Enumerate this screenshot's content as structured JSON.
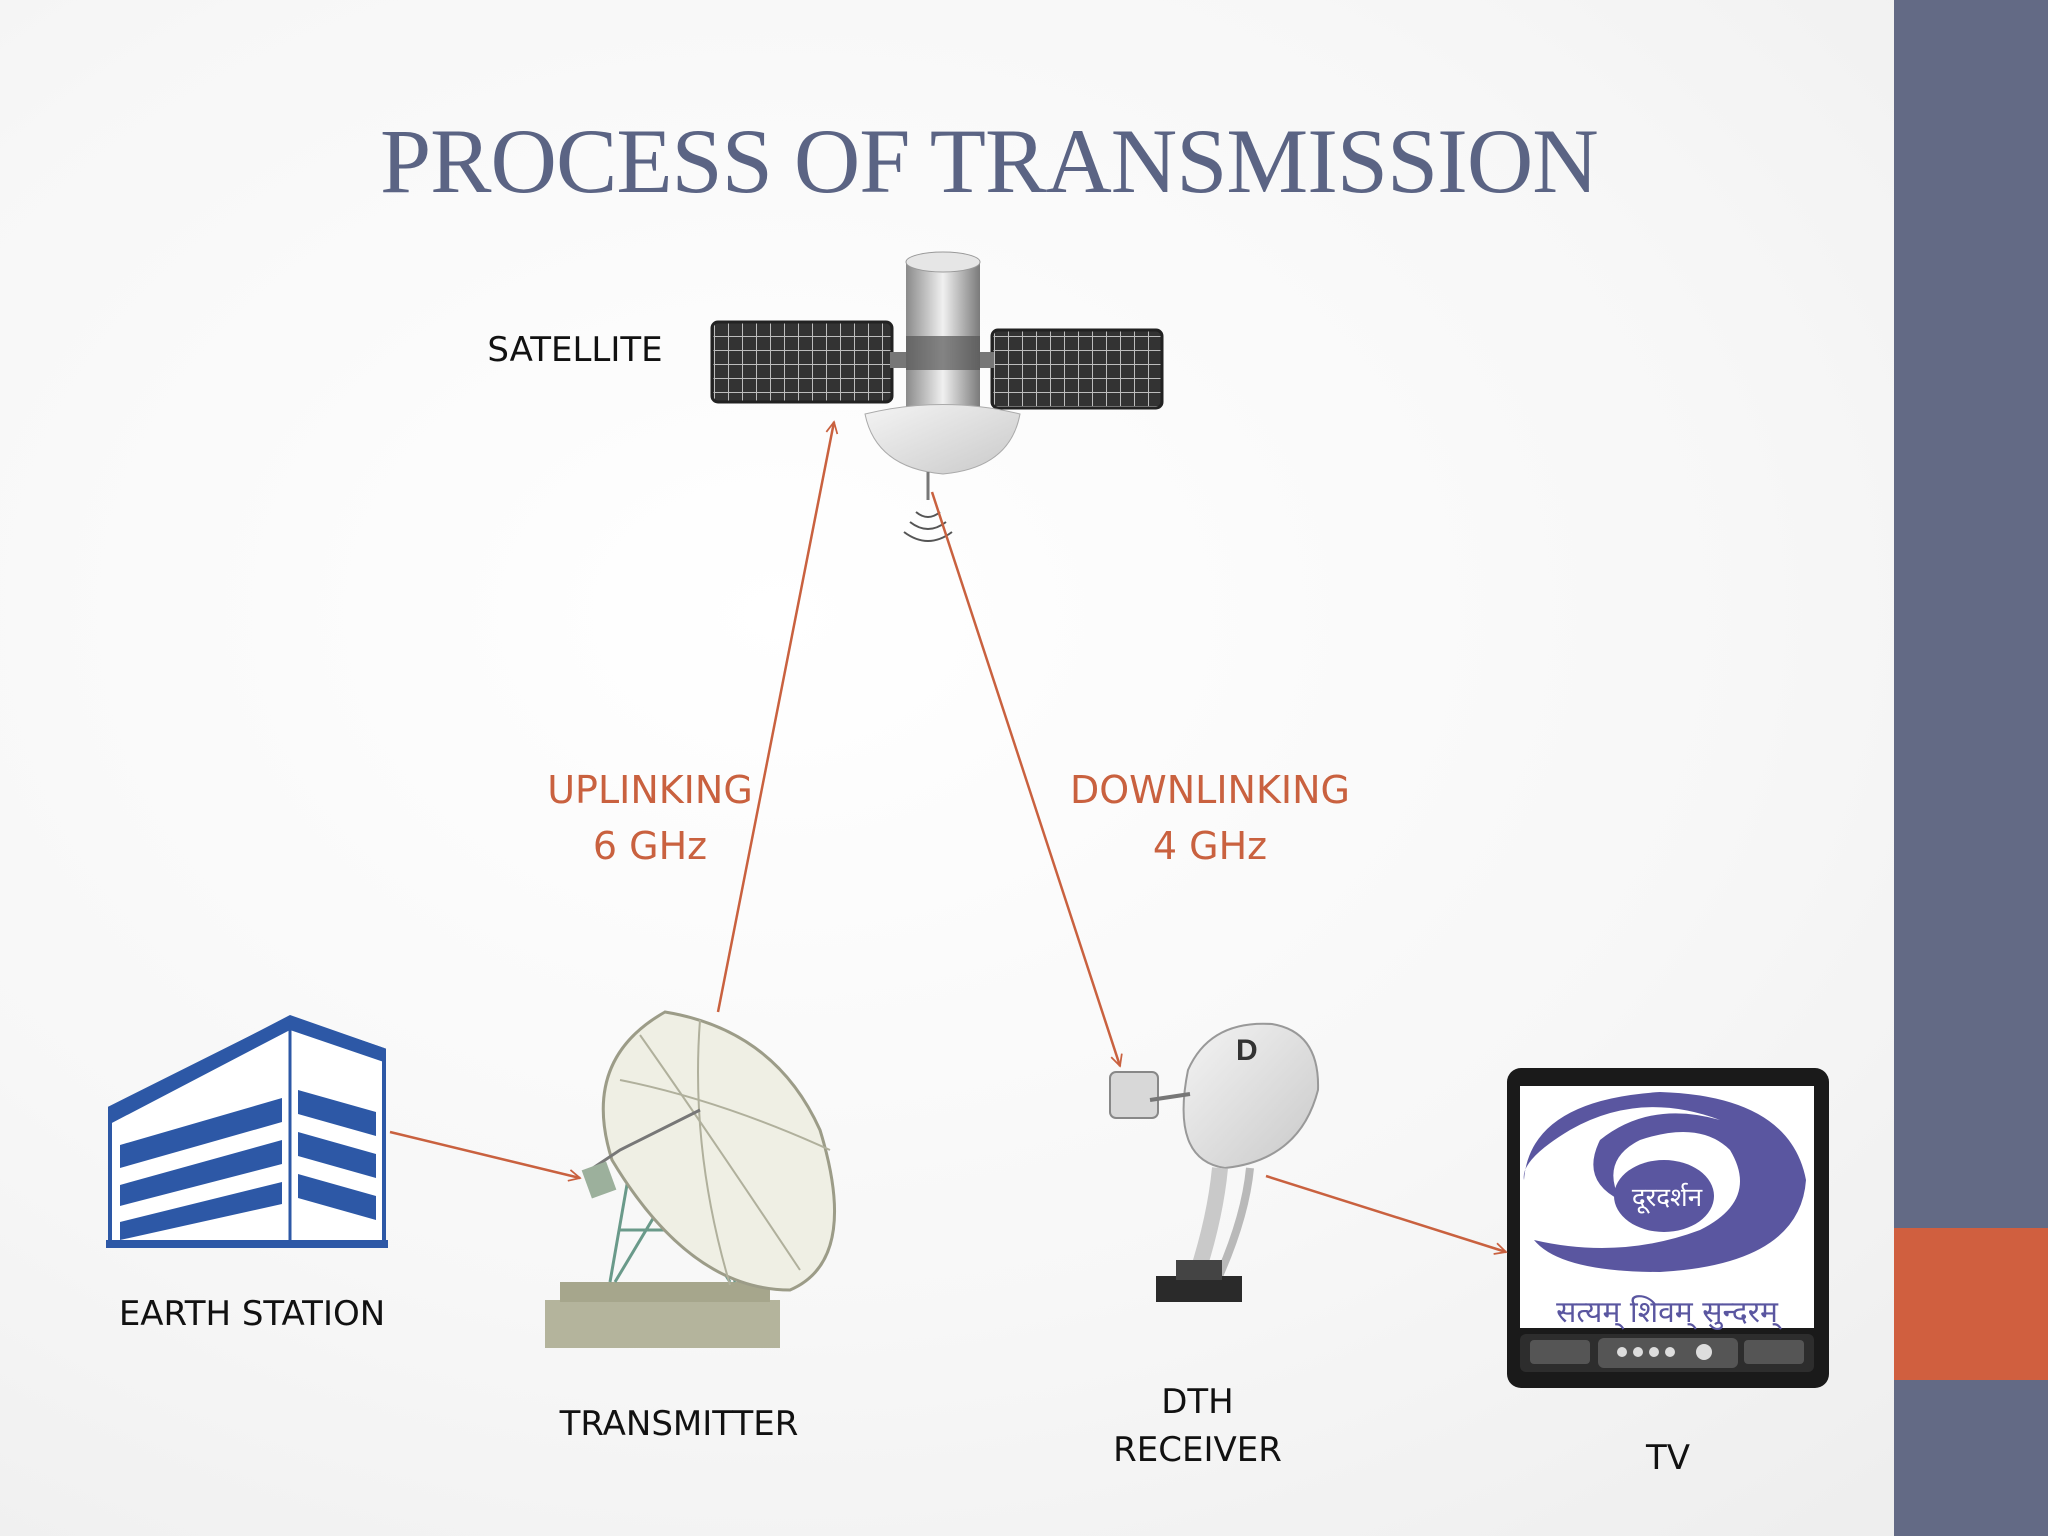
{
  "title": "PROCESS OF TRANSMISSION",
  "nodes": {
    "satellite": "SATELLITE",
    "earth_station": "EARTH STATION",
    "transmitter": "TRANSMITTER",
    "dth_receiver_line1": "DTH",
    "dth_receiver_line2": "RECEIVER",
    "tv": "TV"
  },
  "links": {
    "uplink_name": "UPLINKING",
    "uplink_freq": "6 GHz",
    "downlink_name": "DOWNLINKING",
    "downlink_freq": "4 GHz"
  },
  "tv_logo": {
    "channel_name": "दूरदर्शन",
    "motto": "सत्यम् शिवम् सुन्दरम्"
  },
  "colors": {
    "title": "#5b6484",
    "arrow": "#c9613f",
    "sidebar": "#636a85",
    "accent": "#d05f3f",
    "building": "#2d58a6"
  }
}
